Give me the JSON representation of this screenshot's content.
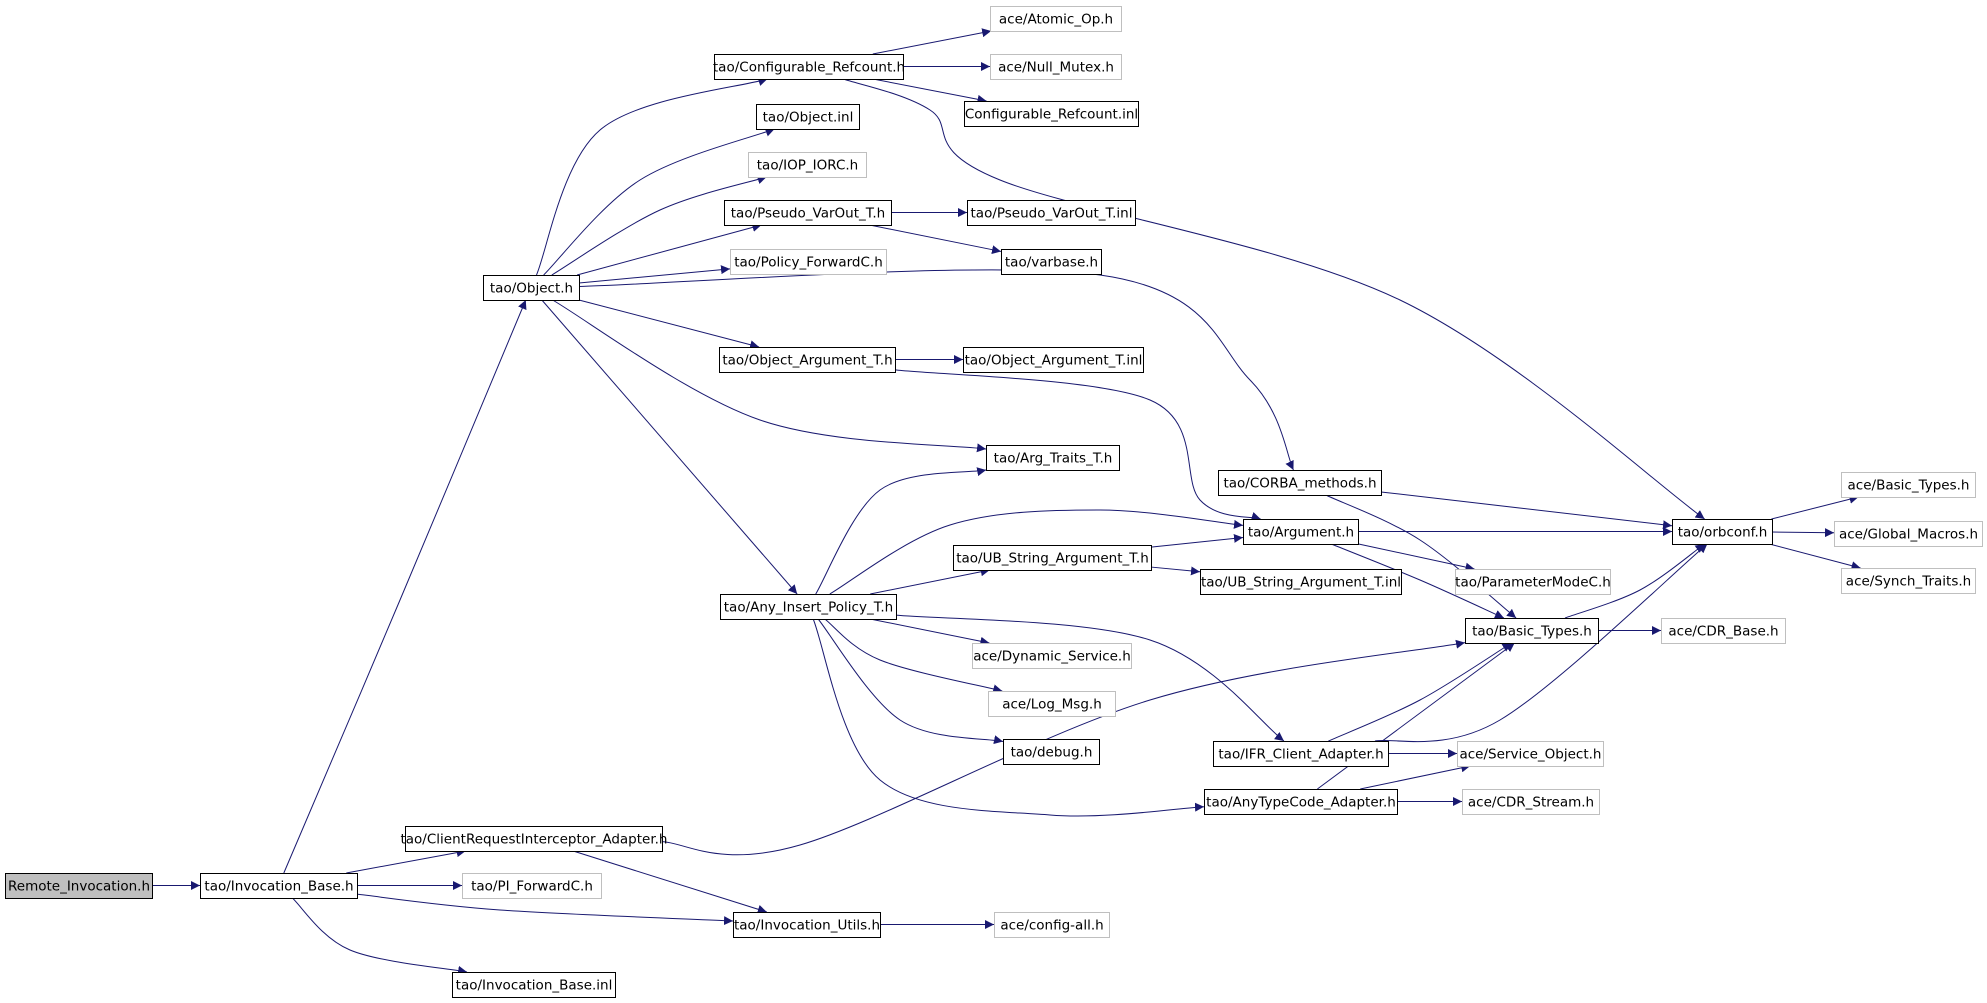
{
  "colors": {
    "edge": "#191970",
    "border_local": "#000000",
    "border_external": "#bfbfbf",
    "root_fill": "#bfbfbf",
    "text": "#000000"
  },
  "graph": {
    "nodes": [
      {
        "id": "remote_invocation",
        "label": "Remote_Invocation.h",
        "kind": "root"
      },
      {
        "id": "invocation_base",
        "label": "tao/Invocation_Base.h",
        "kind": "local"
      },
      {
        "id": "object_h",
        "label": "tao/Object.h",
        "kind": "local"
      },
      {
        "id": "configurable_refcount",
        "label": "tao/Configurable_Refcount.h",
        "kind": "local"
      },
      {
        "id": "atomic_op",
        "label": "ace/Atomic_Op.h",
        "kind": "external"
      },
      {
        "id": "null_mutex",
        "label": "ace/Null_Mutex.h",
        "kind": "external"
      },
      {
        "id": "configurable_refcount_inl",
        "label": "Configurable_Refcount.inl",
        "kind": "local"
      },
      {
        "id": "object_inl",
        "label": "tao/Object.inl",
        "kind": "local"
      },
      {
        "id": "iop_iorc",
        "label": "tao/IOP_IORC.h",
        "kind": "external"
      },
      {
        "id": "pseudo_varout",
        "label": "tao/Pseudo_VarOut_T.h",
        "kind": "local"
      },
      {
        "id": "pseudo_varout_inl",
        "label": "tao/Pseudo_VarOut_T.inl",
        "kind": "local"
      },
      {
        "id": "varbase",
        "label": "tao/varbase.h",
        "kind": "local"
      },
      {
        "id": "policy_forwardc",
        "label": "tao/Policy_ForwardC.h",
        "kind": "external"
      },
      {
        "id": "object_argument",
        "label": "tao/Object_Argument_T.h",
        "kind": "local"
      },
      {
        "id": "object_argument_inl",
        "label": "tao/Object_Argument_T.inl",
        "kind": "local"
      },
      {
        "id": "arg_traits",
        "label": "tao/Arg_Traits_T.h",
        "kind": "local"
      },
      {
        "id": "corba_methods",
        "label": "tao/CORBA_methods.h",
        "kind": "local"
      },
      {
        "id": "argument_h",
        "label": "tao/Argument.h",
        "kind": "local"
      },
      {
        "id": "orbconf",
        "label": "tao/orbconf.h",
        "kind": "local"
      },
      {
        "id": "ace_basic_types",
        "label": "ace/Basic_Types.h",
        "kind": "external"
      },
      {
        "id": "ace_global_macros",
        "label": "ace/Global_Macros.h",
        "kind": "external"
      },
      {
        "id": "ace_synch_traits",
        "label": "ace/Synch_Traits.h",
        "kind": "external"
      },
      {
        "id": "ub_string_arg",
        "label": "tao/UB_String_Argument_T.h",
        "kind": "local"
      },
      {
        "id": "ub_string_arg_inl",
        "label": "tao/UB_String_Argument_T.inl",
        "kind": "local"
      },
      {
        "id": "parametermodec",
        "label": "tao/ParameterModeC.h",
        "kind": "external"
      },
      {
        "id": "any_insert_policy",
        "label": "tao/Any_Insert_Policy_T.h",
        "kind": "local"
      },
      {
        "id": "tao_basic_types",
        "label": "tao/Basic_Types.h",
        "kind": "local"
      },
      {
        "id": "cdr_base",
        "label": "ace/CDR_Base.h",
        "kind": "external"
      },
      {
        "id": "dynamic_service",
        "label": "ace/Dynamic_Service.h",
        "kind": "external"
      },
      {
        "id": "log_msg",
        "label": "ace/Log_Msg.h",
        "kind": "external"
      },
      {
        "id": "debug_h",
        "label": "tao/debug.h",
        "kind": "local"
      },
      {
        "id": "ifr_client_adapter",
        "label": "tao/IFR_Client_Adapter.h",
        "kind": "local"
      },
      {
        "id": "service_object",
        "label": "ace/Service_Object.h",
        "kind": "external"
      },
      {
        "id": "anytypecode_adapter",
        "label": "tao/AnyTypeCode_Adapter.h",
        "kind": "local"
      },
      {
        "id": "cdr_stream",
        "label": "ace/CDR_Stream.h",
        "kind": "external"
      },
      {
        "id": "client_req_interceptor",
        "label": "tao/ClientRequestInterceptor_Adapter.h",
        "kind": "local"
      },
      {
        "id": "pi_forwardc",
        "label": "tao/PI_ForwardC.h",
        "kind": "external"
      },
      {
        "id": "invocation_utils",
        "label": "tao/Invocation_Utils.h",
        "kind": "local"
      },
      {
        "id": "config_all",
        "label": "ace/config-all.h",
        "kind": "external"
      },
      {
        "id": "invocation_base_inl",
        "label": "tao/Invocation_Base.inl",
        "kind": "local"
      }
    ],
    "edges": [
      [
        "remote_invocation",
        "invocation_base"
      ],
      [
        "invocation_base",
        "object_h"
      ],
      [
        "invocation_base",
        "client_req_interceptor"
      ],
      [
        "invocation_base",
        "pi_forwardc"
      ],
      [
        "invocation_base",
        "invocation_utils"
      ],
      [
        "invocation_base",
        "invocation_base_inl"
      ],
      [
        "object_h",
        "configurable_refcount"
      ],
      [
        "object_h",
        "object_inl"
      ],
      [
        "object_h",
        "iop_iorc"
      ],
      [
        "object_h",
        "pseudo_varout"
      ],
      [
        "object_h",
        "policy_forwardc"
      ],
      [
        "object_h",
        "corba_methods"
      ],
      [
        "object_h",
        "object_argument"
      ],
      [
        "object_h",
        "arg_traits"
      ],
      [
        "object_h",
        "any_insert_policy"
      ],
      [
        "configurable_refcount",
        "atomic_op"
      ],
      [
        "configurable_refcount",
        "null_mutex"
      ],
      [
        "configurable_refcount",
        "configurable_refcount_inl"
      ],
      [
        "configurable_refcount",
        "orbconf"
      ],
      [
        "pseudo_varout",
        "pseudo_varout_inl"
      ],
      [
        "pseudo_varout",
        "varbase"
      ],
      [
        "object_argument",
        "object_argument_inl"
      ],
      [
        "object_argument",
        "argument_h"
      ],
      [
        "corba_methods",
        "orbconf"
      ],
      [
        "corba_methods",
        "tao_basic_types"
      ],
      [
        "argument_h",
        "orbconf"
      ],
      [
        "argument_h",
        "parametermodec"
      ],
      [
        "argument_h",
        "tao_basic_types"
      ],
      [
        "orbconf",
        "ace_basic_types"
      ],
      [
        "orbconf",
        "ace_global_macros"
      ],
      [
        "orbconf",
        "ace_synch_traits"
      ],
      [
        "any_insert_policy",
        "arg_traits"
      ],
      [
        "any_insert_policy",
        "argument_h"
      ],
      [
        "any_insert_policy",
        "ub_string_arg"
      ],
      [
        "any_insert_policy",
        "dynamic_service"
      ],
      [
        "any_insert_policy",
        "log_msg"
      ],
      [
        "any_insert_policy",
        "debug_h"
      ],
      [
        "any_insert_policy",
        "ifr_client_adapter"
      ],
      [
        "any_insert_policy",
        "anytypecode_adapter"
      ],
      [
        "ub_string_arg",
        "argument_h"
      ],
      [
        "ub_string_arg",
        "ub_string_arg_inl"
      ],
      [
        "tao_basic_types",
        "orbconf"
      ],
      [
        "tao_basic_types",
        "cdr_base"
      ],
      [
        "ifr_client_adapter",
        "tao_basic_types"
      ],
      [
        "ifr_client_adapter",
        "orbconf"
      ],
      [
        "ifr_client_adapter",
        "service_object"
      ],
      [
        "anytypecode_adapter",
        "tao_basic_types"
      ],
      [
        "anytypecode_adapter",
        "service_object"
      ],
      [
        "anytypecode_adapter",
        "cdr_stream"
      ],
      [
        "client_req_interceptor",
        "tao_basic_types"
      ],
      [
        "client_req_interceptor",
        "invocation_utils"
      ],
      [
        "invocation_utils",
        "config_all"
      ]
    ]
  }
}
